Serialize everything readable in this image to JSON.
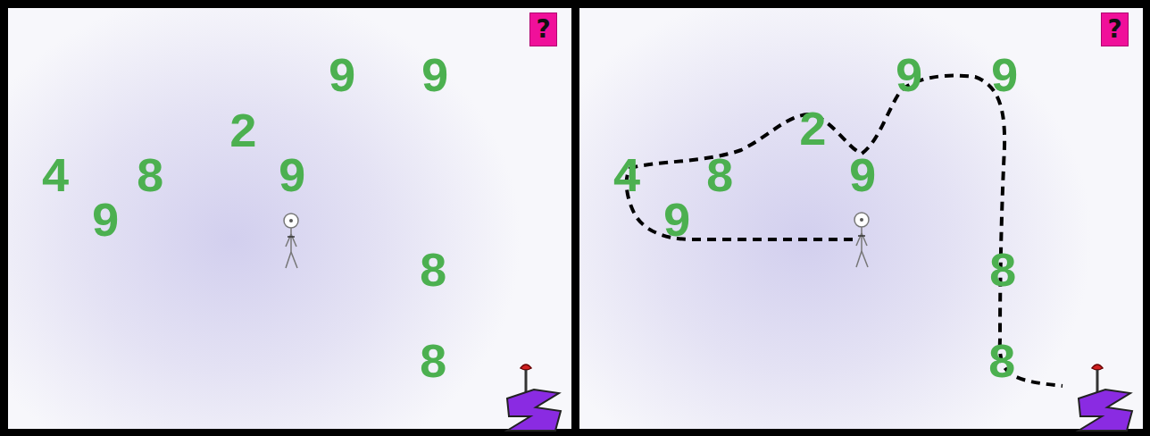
{
  "diagram": {
    "nodes": [
      {
        "text": [
          "?"
        ]
      },
      {
        "text": [
          "?"
        ]
      }
    ],
    "labels": [
      "9",
      "9",
      "2",
      "4",
      "8",
      "9",
      "9",
      "8",
      "8",
      "9",
      "9",
      "2",
      "4",
      "8",
      "9",
      "9",
      "8",
      "8"
    ]
  }
}
